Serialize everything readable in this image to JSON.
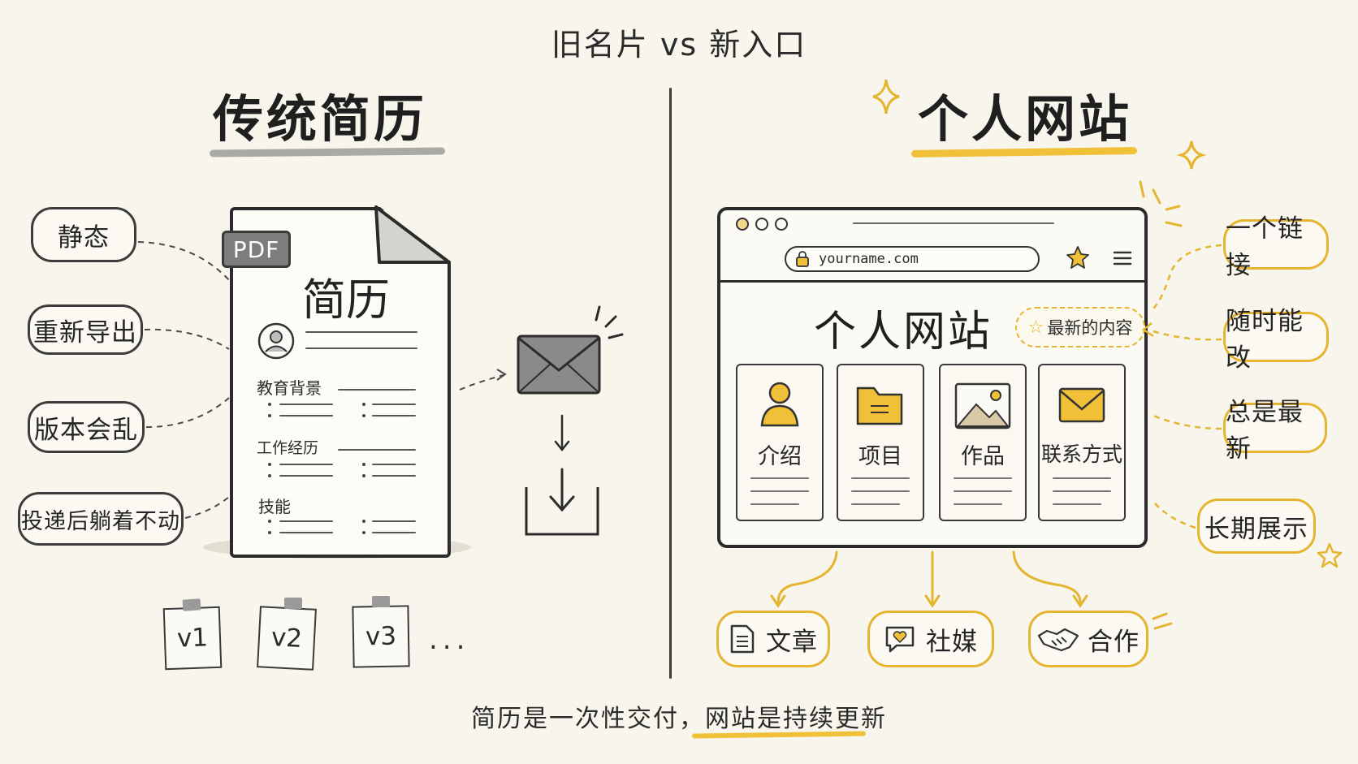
{
  "top_title": "旧名片 vs 新入口",
  "left": {
    "heading": "传统简历",
    "tags": [
      "静态",
      "重新导出",
      "版本会乱",
      "投递后躺着不动"
    ],
    "doc": {
      "pdf_label": "PDF",
      "title": "简历",
      "sections": [
        "教育背景",
        "工作经历",
        "技能"
      ]
    },
    "versions": [
      "v1",
      "v2",
      "v3"
    ],
    "ellipsis": "..."
  },
  "right": {
    "heading": "个人网站",
    "tags": [
      "一个链接",
      "随时能改",
      "总是最新",
      "长期展示"
    ],
    "browser": {
      "url": "yourname.com",
      "site_title": "个人网站",
      "badge": "最新的内容",
      "cards": [
        "介绍",
        "项目",
        "作品",
        "联系方式"
      ]
    },
    "outputs": [
      "文章",
      "社媒",
      "合作"
    ]
  },
  "bottom_text": "简历是一次性交付，网站是持续更新",
  "colors": {
    "accent_yellow": "#efc038",
    "gray": "#7d7d7d",
    "ink": "#2b2b2b",
    "background": "#f8f5ec"
  }
}
